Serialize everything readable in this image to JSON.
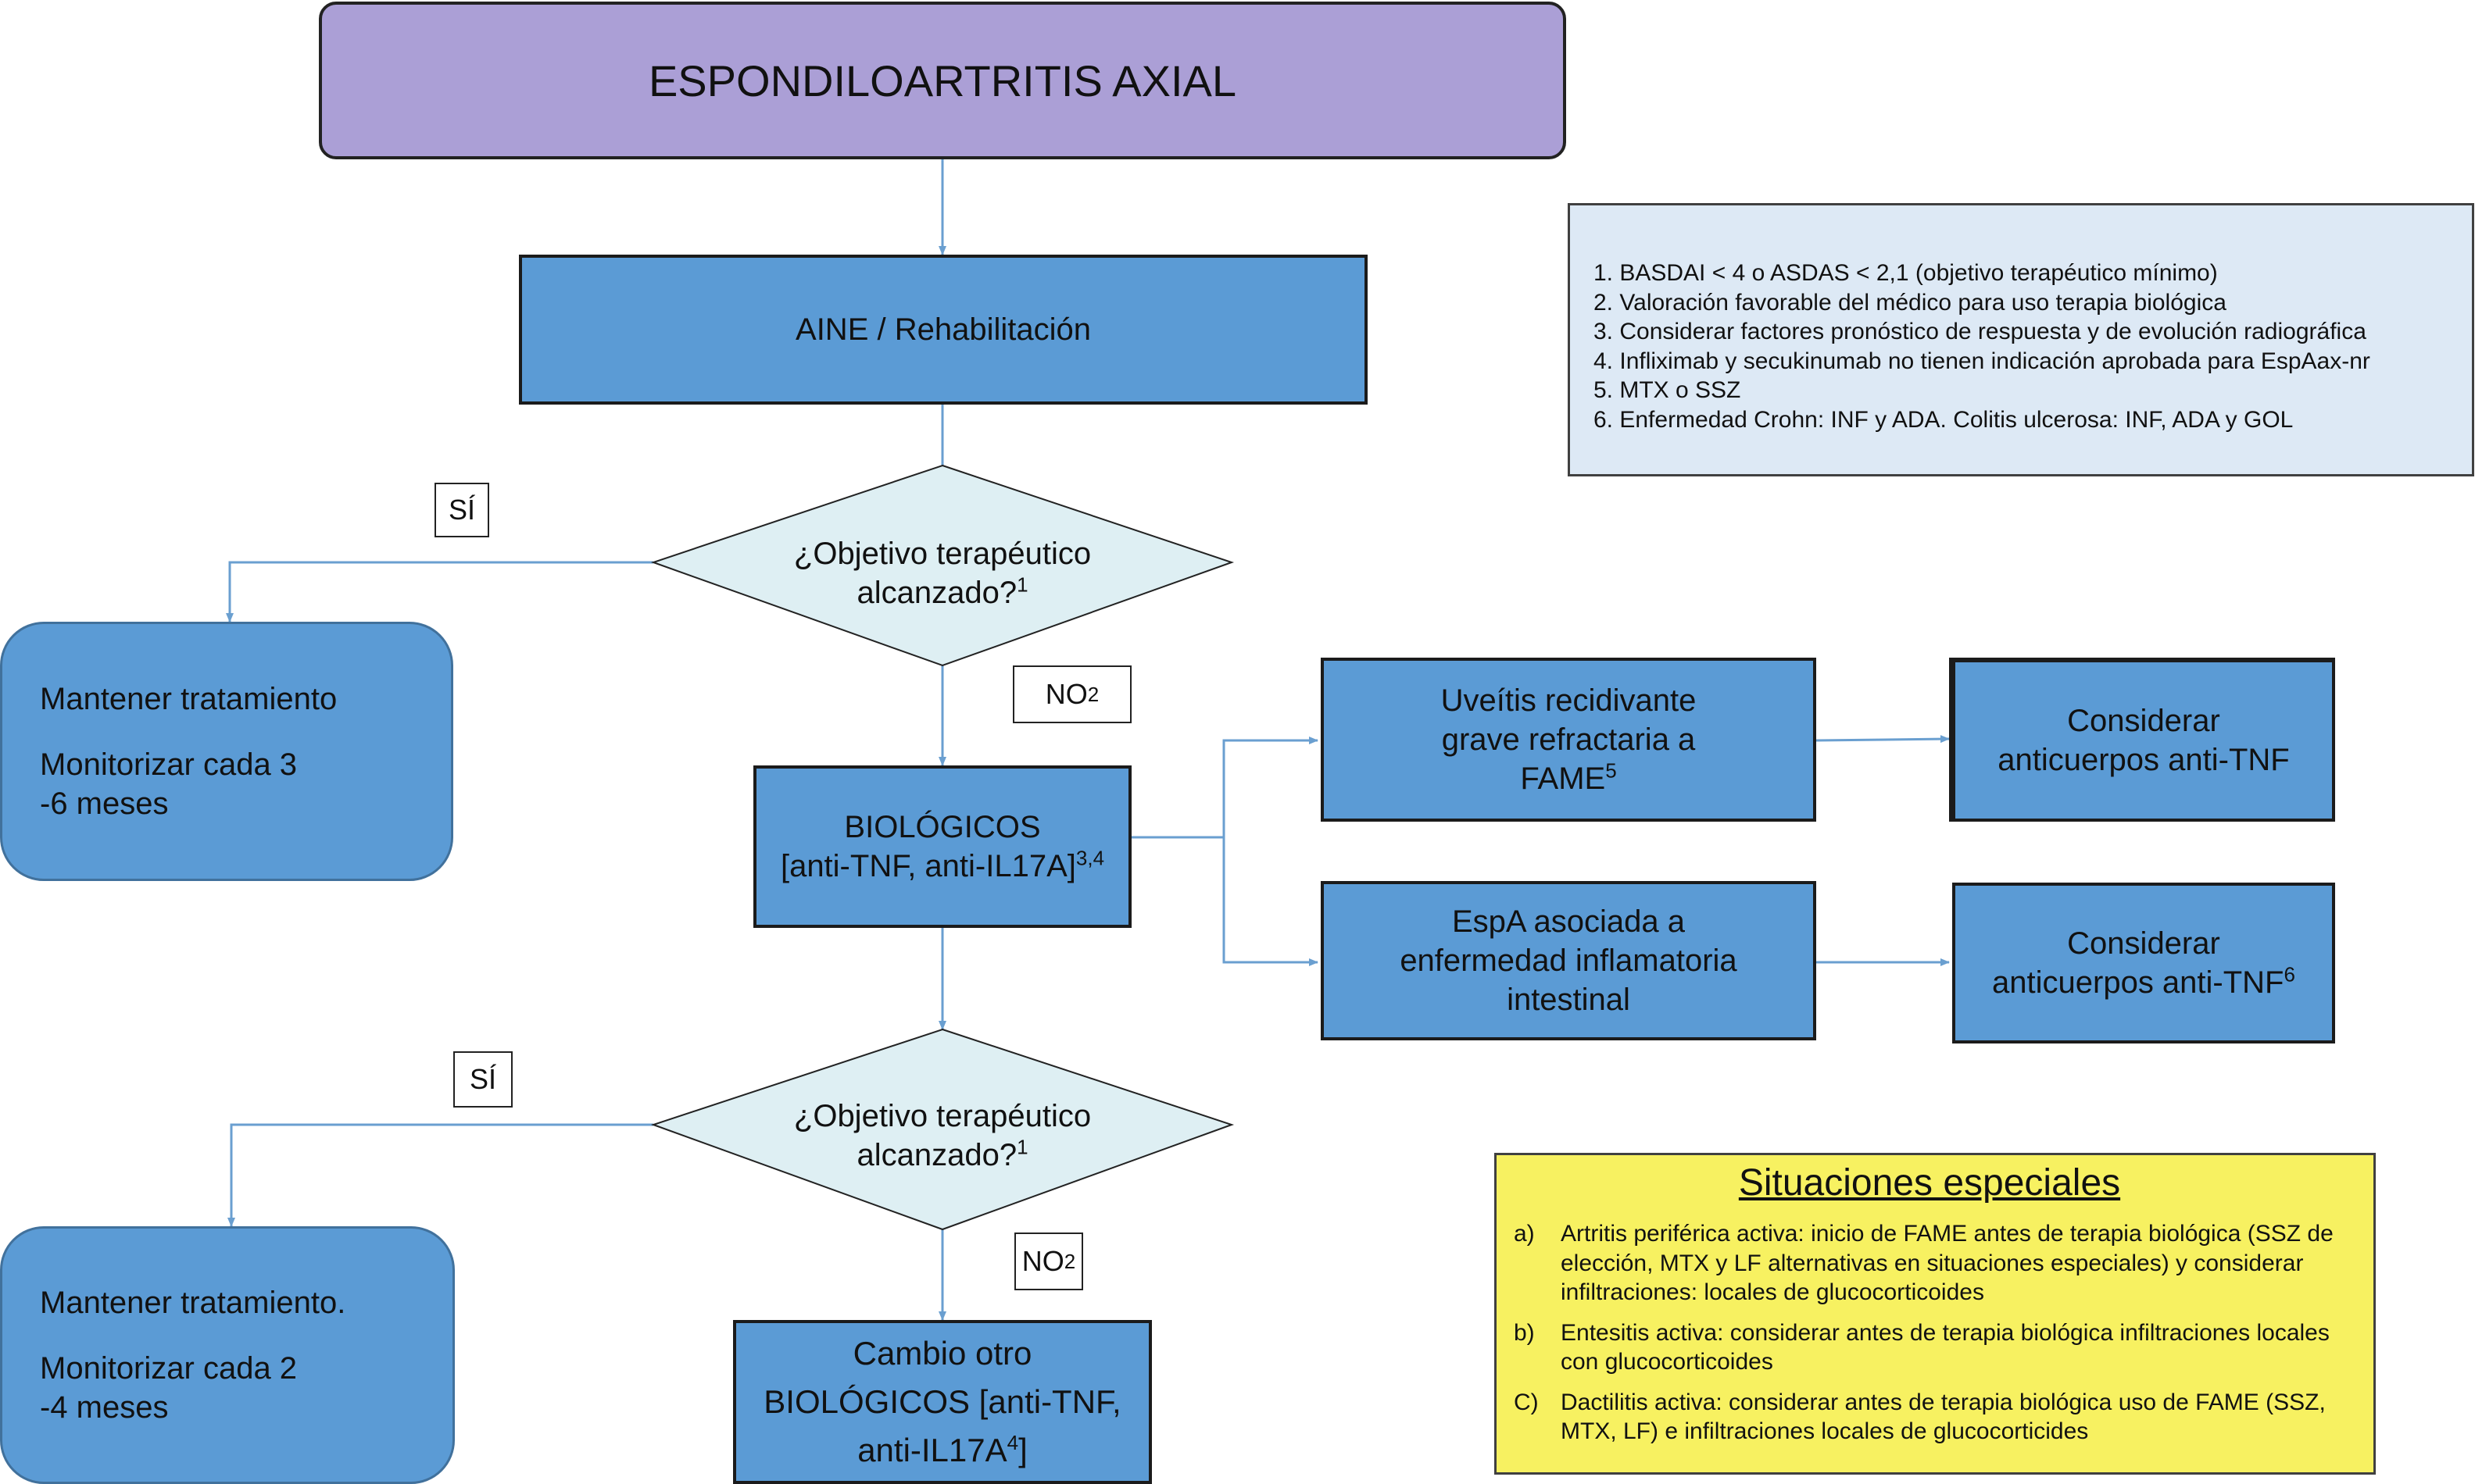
{
  "title": "ESPONDILOARTRITIS AXIAL",
  "aine": "AINE / Rehabilitación",
  "decision1": {
    "line1": "¿Objetivo terapéutico",
    "line2": "alcanzado?",
    "sup": "1"
  },
  "decision2": {
    "line1": "¿Objetivo terapéutico",
    "line2": "alcanzado?",
    "sup": "1"
  },
  "si_label": "SÍ",
  "no_label": "NO",
  "no_sup": "2",
  "maintain1": {
    "line1": "Mantener tratamiento",
    "line2": "Monitorizar cada 3",
    "line3": "-6 meses"
  },
  "maintain2": {
    "line1": "Mantener tratamiento.",
    "line2": "Monitorizar cada 2",
    "line3": "-4 meses"
  },
  "biologicos": {
    "line1": "BIOLÓGICOS",
    "line2": "[anti-TNF, anti-IL17A]",
    "sup": "3,4"
  },
  "cambio": {
    "line1": "Cambio otro",
    "line2": "BIOLÓGICOS [anti-TNF,",
    "line3a": "anti-IL17A",
    "sup": "4",
    "line3b": "]"
  },
  "uveitis": {
    "line1": "Uveítis recidivante",
    "line2": "grave refractaria a",
    "line3": "FAME",
    "sup": "5"
  },
  "espa": {
    "line1": "EspA asociada a",
    "line2": "enfermedad inflamatoria",
    "line3": "intestinal"
  },
  "considerar1": {
    "line1": "Considerar",
    "line2": "anticuerpos anti-TNF"
  },
  "considerar2": {
    "line1": "Considerar",
    "line2": "anticuerpos anti-TNF",
    "sup": "6"
  },
  "notes": [
    "1. BASDAI < 4 o ASDAS < 2,1 (objetivo terapéutico mínimo)",
    "2. Valoración favorable del médico para uso terapia biológica",
    "3. Considerar factores pronóstico de respuesta y de evolución radiográfica",
    "4. Infliximab y secukinumab no tienen indicación aprobada para EspAax-nr",
    "5. MTX o SSZ",
    "6. Enfermedad Crohn: INF y ADA. Colitis ulcerosa: INF, ADA y GOL"
  ],
  "special": {
    "heading": "Situaciones especiales",
    "items": [
      {
        "marker": "a)",
        "text": "Artritis periférica activa: inicio de FAME antes de terapia biológica (SSZ de elección, MTX y LF alternativas en situaciones especiales) y considerar infiltraciones: locales de glucocorticoides"
      },
      {
        "marker": "b)",
        "text": "Entesitis activa: considerar antes de terapia biológica infiltraciones locales con glucocorticoides"
      },
      {
        "marker": "C)",
        "text": "Dactilitis activa: considerar antes de terapia biológica uso de FAME (SSZ, MTX, LF) e infiltraciones locales de glucocorticides"
      }
    ]
  },
  "colors": {
    "title_fill": "#ab9fd6",
    "box_fill": "#5b9bd5",
    "decision_fill": "#deeff3",
    "connector": "#6a9fd0",
    "notes_fill": "#dde9f5",
    "special_fill": "#f7f161"
  }
}
